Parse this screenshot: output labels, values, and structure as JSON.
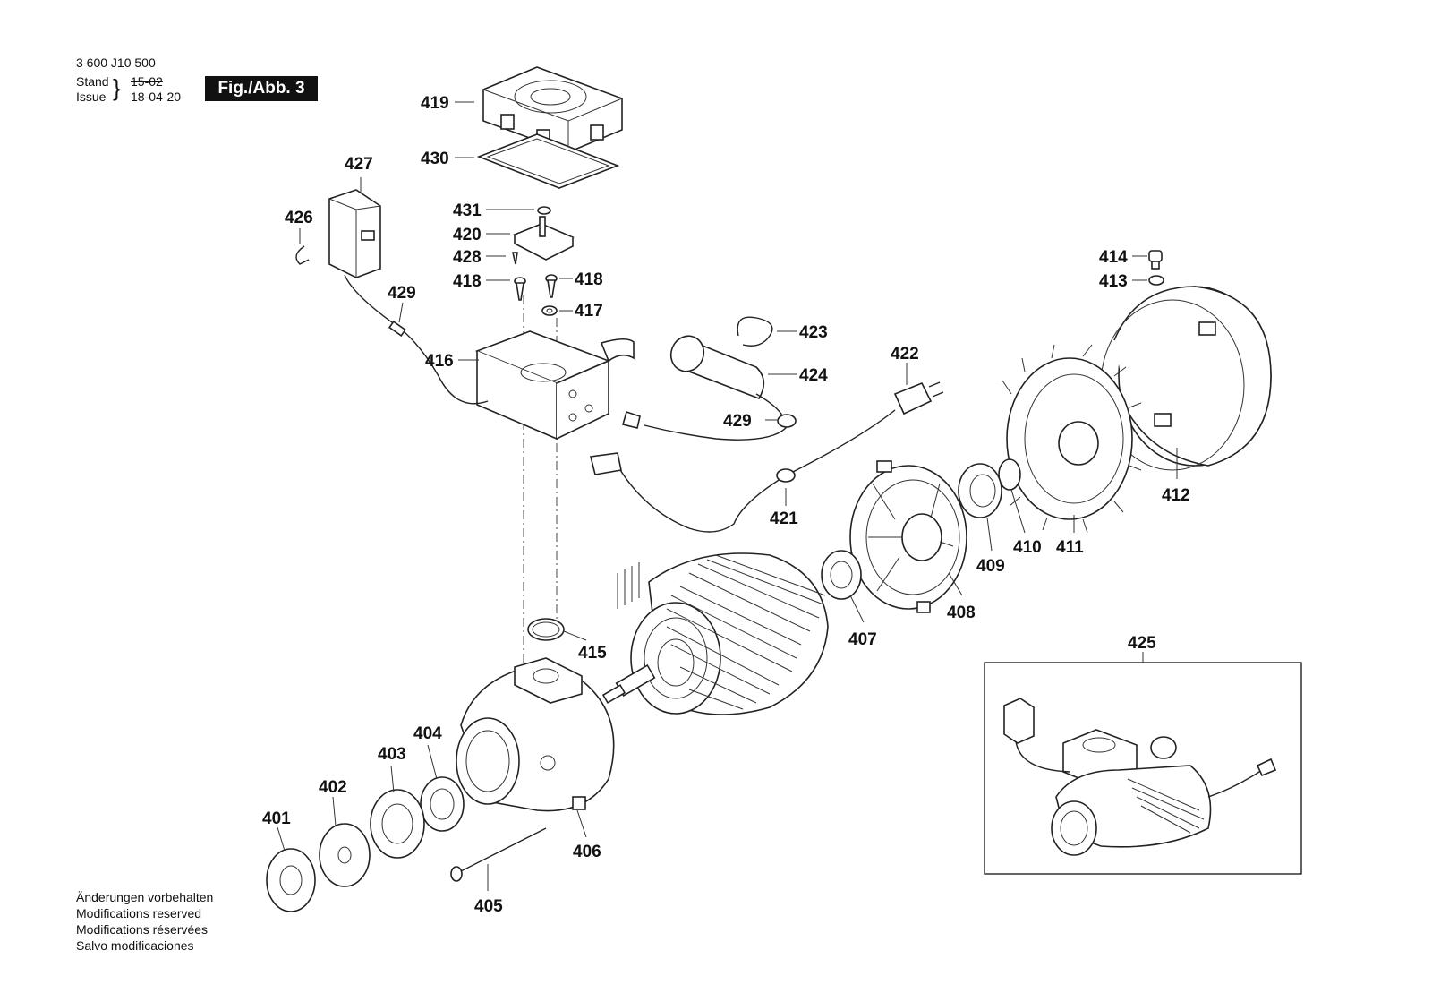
{
  "header": {
    "doc_number": "3 600 J10 500",
    "stand_label": "Stand",
    "issue_label": "Issue",
    "stand_value": "15-02",
    "issue_value": "18-04-20",
    "figure": "Fig./Abb. 3"
  },
  "footer": {
    "lines": [
      "Änderungen vorbehalten",
      "Modifications reserved",
      "Modifications réservées",
      "Salvo modificaciones"
    ]
  },
  "parts": {
    "p401": "401",
    "p402": "402",
    "p403": "403",
    "p404": "404",
    "p405": "405",
    "p406": "406",
    "p407": "407",
    "p408": "408",
    "p409": "409",
    "p410": "410",
    "p411": "411",
    "p412": "412",
    "p413": "413",
    "p414": "414",
    "p415": "415",
    "p416": "416",
    "p417": "417",
    "p418a": "418",
    "p418b": "418",
    "p419": "419",
    "p420": "420",
    "p421": "421",
    "p422": "422",
    "p423": "423",
    "p424": "424",
    "p425": "425",
    "p426": "426",
    "p427": "427",
    "p428": "428",
    "p429a": "429",
    "p429b": "429",
    "p430": "430",
    "p431": "431"
  }
}
